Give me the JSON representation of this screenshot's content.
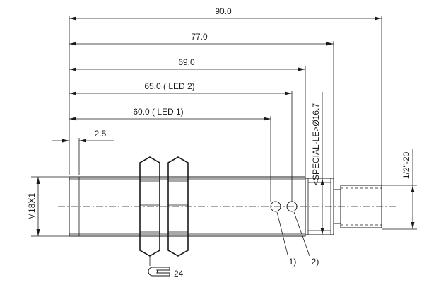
{
  "dimensions": {
    "overall_length": "90.0",
    "body_length": "77.0",
    "housing_length": "69.0",
    "led2_position": "65.0  ( LED 2)",
    "led1_position": "60.0  ( LED 1)",
    "thread_offset": "2.5",
    "diameter": "<SPECIAL-LE>Ø16.7",
    "connector_thread": "1/2\"-20",
    "thread_size": "M18X1",
    "wrench_size": "24"
  },
  "callouts": {
    "led1": "1)",
    "led2": "2)"
  },
  "colors": {
    "line": "#1a1a1a",
    "background": "#ffffff"
  }
}
